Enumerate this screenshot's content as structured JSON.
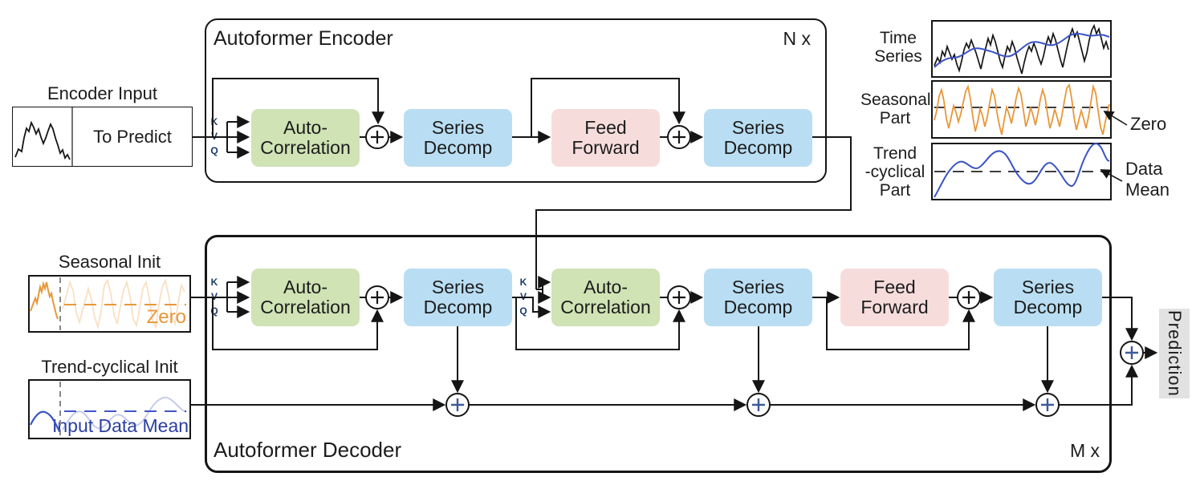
{
  "kvq": {
    "k": "K",
    "v": "V",
    "q": "Q"
  },
  "encoder_input": {
    "title": "Encoder Input",
    "label": "To Predict"
  },
  "encoder": {
    "title": "Autoformer Encoder",
    "repeat": "N x",
    "blocks": [
      {
        "label": "Auto-\nCorrelation"
      },
      {
        "label": "Series\nDecomp"
      },
      {
        "label": "Feed\nForward"
      },
      {
        "label": "Series\nDecomp"
      }
    ]
  },
  "decomposition": {
    "panels": [
      {
        "label": "Time\nSeries"
      },
      {
        "label": "Seasonal\nPart"
      },
      {
        "label": "Trend\n-cyclical\nPart"
      }
    ],
    "zero_annotation": "Zero",
    "mean_annotation": "Data\nMean"
  },
  "seasonal_init": {
    "title": "Seasonal Init",
    "zero_label": "Zero"
  },
  "trend_init": {
    "title": "Trend-cyclical Init",
    "mean_label": "Input Data Mean"
  },
  "decoder": {
    "title": "Autoformer Decoder",
    "repeat": "M x",
    "blocks": [
      {
        "label": "Auto-\nCorrelation"
      },
      {
        "label": "Series\nDecomp"
      },
      {
        "label": "Auto-\nCorrelation"
      },
      {
        "label": "Series\nDecomp"
      },
      {
        "label": "Feed\nForward"
      },
      {
        "label": "Series\nDecomp"
      }
    ]
  },
  "prediction": {
    "label": "Prediction"
  },
  "colors": {
    "autocorrelation_green": "#cfe3b4",
    "series_decomp_blue": "#b9def3",
    "feed_forward_pink": "#f6dddc",
    "prediction_bg": "#e2e2e2",
    "seasonal_orange": "#e8973a",
    "trend_blue": "#3a53c5",
    "kvq_navy": "#1b3a66",
    "sum_plus_blue": "#3d5a98"
  }
}
